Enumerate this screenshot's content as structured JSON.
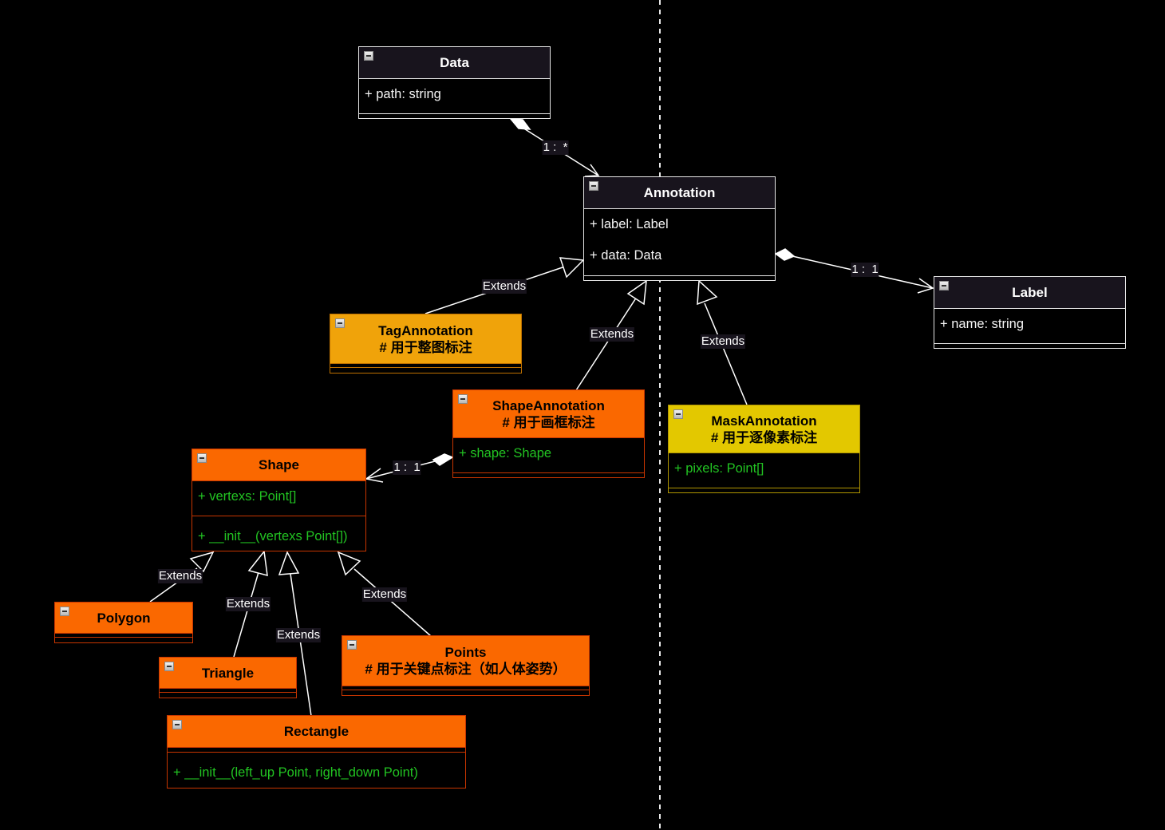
{
  "diagram": {
    "type": "UML class diagram",
    "classes": {
      "data": {
        "name": "Data",
        "attributes": [
          "+ path: string"
        ],
        "methods": []
      },
      "annotation": {
        "name": "Annotation",
        "attributes": [
          "+ label: Label",
          "+ data: Data"
        ],
        "methods": []
      },
      "label": {
        "name": "Label",
        "attributes": [
          "+ name: string"
        ],
        "methods": []
      },
      "tag_annotation": {
        "name": "TagAnnotation",
        "comment": "# 用于整图标注",
        "attributes": [],
        "methods": []
      },
      "shape_annotation": {
        "name": "ShapeAnnotation",
        "comment": "# 用于画框标注",
        "attributes": [
          "+ shape: Shape"
        ],
        "methods": []
      },
      "mask_annotation": {
        "name": "MaskAnnotation",
        "comment": "# 用于逐像素标注",
        "attributes": [
          "+ pixels: Point[]"
        ],
        "methods": []
      },
      "shape": {
        "name": "Shape",
        "attributes": [
          "+ vertexs: Point[]"
        ],
        "methods": [
          "+ __init__(vertexs Point[])"
        ]
      },
      "polygon": {
        "name": "Polygon",
        "attributes": [],
        "methods": []
      },
      "triangle": {
        "name": "Triangle",
        "attributes": [],
        "methods": []
      },
      "rectangle": {
        "name": "Rectangle",
        "attributes": [],
        "methods": [
          "+ __init__(left_up Point, right_down Point)"
        ]
      },
      "points": {
        "name": "Points",
        "comment": "# 用于关键点标注（如人体姿势）",
        "attributes": [],
        "methods": []
      }
    },
    "relations": [
      {
        "from": "Data",
        "to": "Annotation",
        "kind": "composition",
        "label": "1 :  *"
      },
      {
        "from": "Annotation",
        "to": "Label",
        "kind": "composition",
        "label": "1 :  1"
      },
      {
        "from": "ShapeAnnotation",
        "to": "Shape",
        "kind": "composition",
        "label": "1 :  1"
      },
      {
        "from": "TagAnnotation",
        "to": "Annotation",
        "kind": "extends",
        "label": "Extends"
      },
      {
        "from": "ShapeAnnotation",
        "to": "Annotation",
        "kind": "extends",
        "label": "Extends"
      },
      {
        "from": "MaskAnnotation",
        "to": "Annotation",
        "kind": "extends",
        "label": "Extends"
      },
      {
        "from": "Polygon",
        "to": "Shape",
        "kind": "extends",
        "label": "Extends"
      },
      {
        "from": "Triangle",
        "to": "Shape",
        "kind": "extends",
        "label": "Extends"
      },
      {
        "from": "Rectangle",
        "to": "Shape",
        "kind": "extends",
        "label": "Extends"
      },
      {
        "from": "Points",
        "to": "Shape",
        "kind": "extends",
        "label": "Extends"
      }
    ],
    "colors": {
      "background": "#000000",
      "default_fill": "#18141d",
      "shape_fill": "#fa6800",
      "tag_fill": "#f0a30a",
      "mask_fill": "#e3c800",
      "member_text_green": "#22c322",
      "edge": "#ffffff"
    }
  }
}
